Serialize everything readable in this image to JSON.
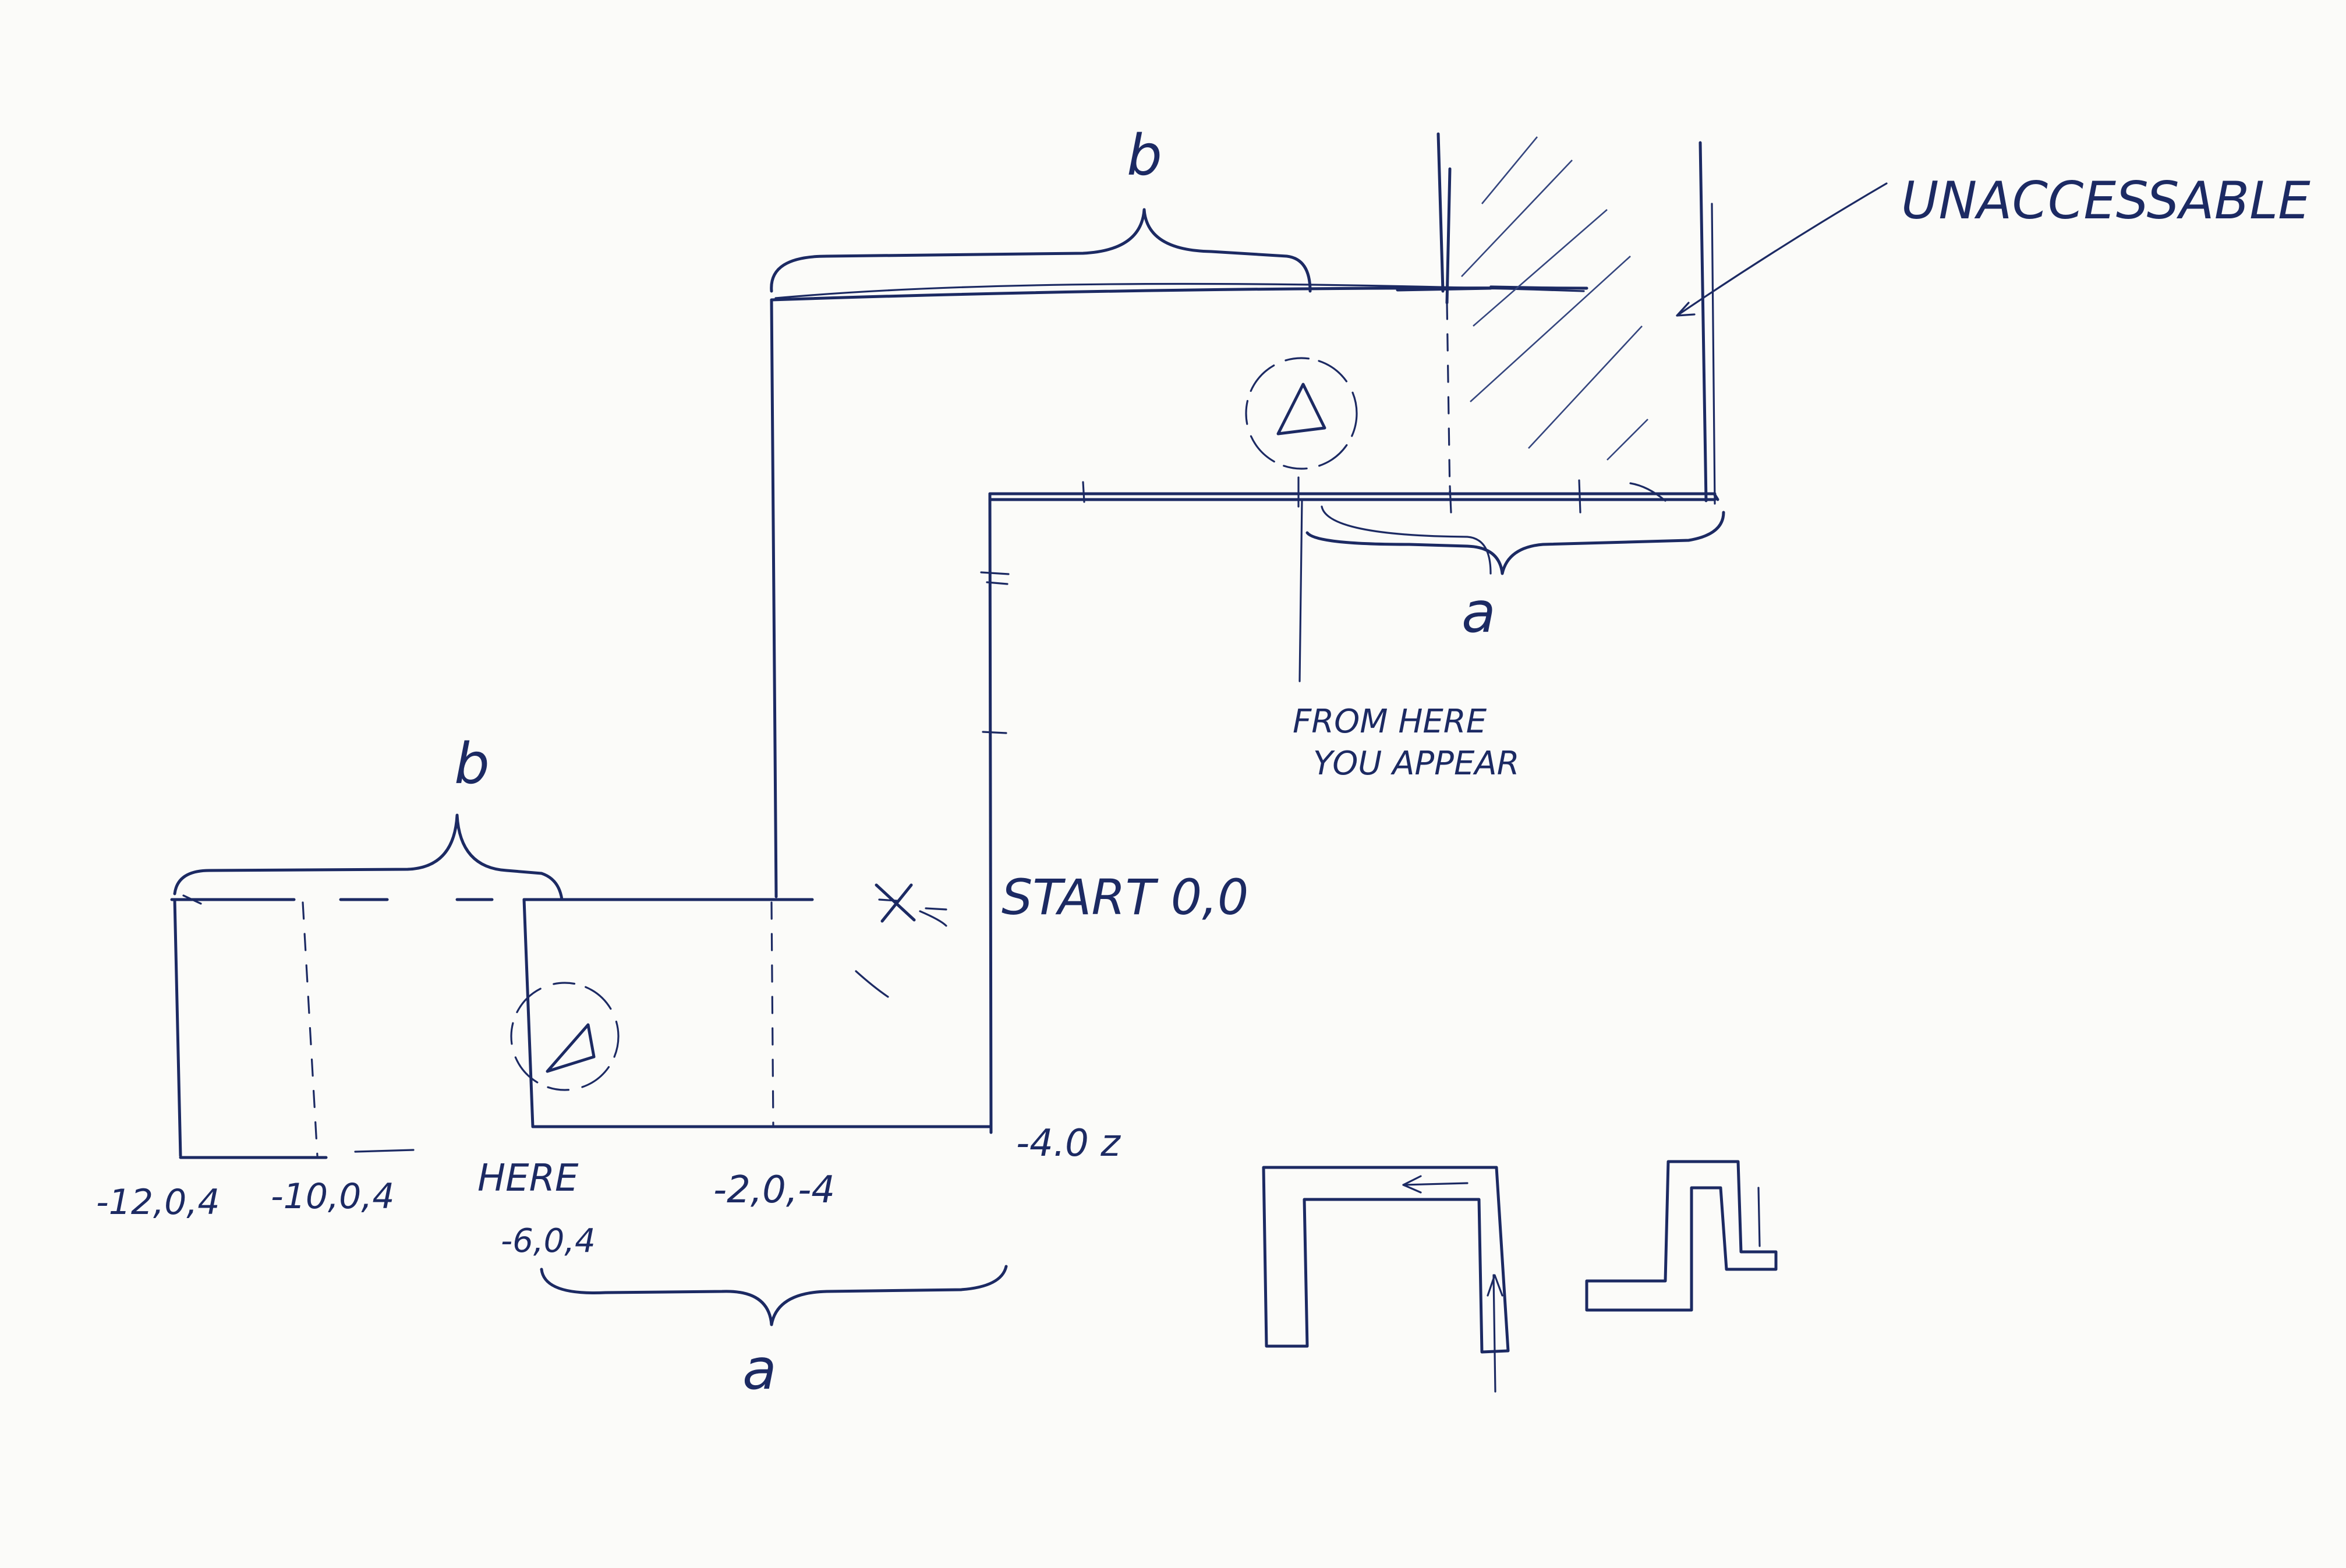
{
  "labels": {
    "unaccessable": "UNACCESSABLE",
    "from_here_line1": "FROM HERE",
    "from_here_line2": "YOU APPEAR",
    "start": "START 0,0",
    "brace_b_top": "b",
    "brace_b_left": "b",
    "brace_a_right": "a",
    "brace_a_bottom": "a",
    "coord_left": "-12,0,4",
    "coord_left2": "-10,0,4",
    "coord_here_word": "HERE",
    "coord_here": "-6,0,4",
    "coord_mid": "-2,0,-4",
    "coord_z": "-4.0 z"
  },
  "colors": {
    "ink": "#1c2a63",
    "paper": "#fbfbf9"
  }
}
